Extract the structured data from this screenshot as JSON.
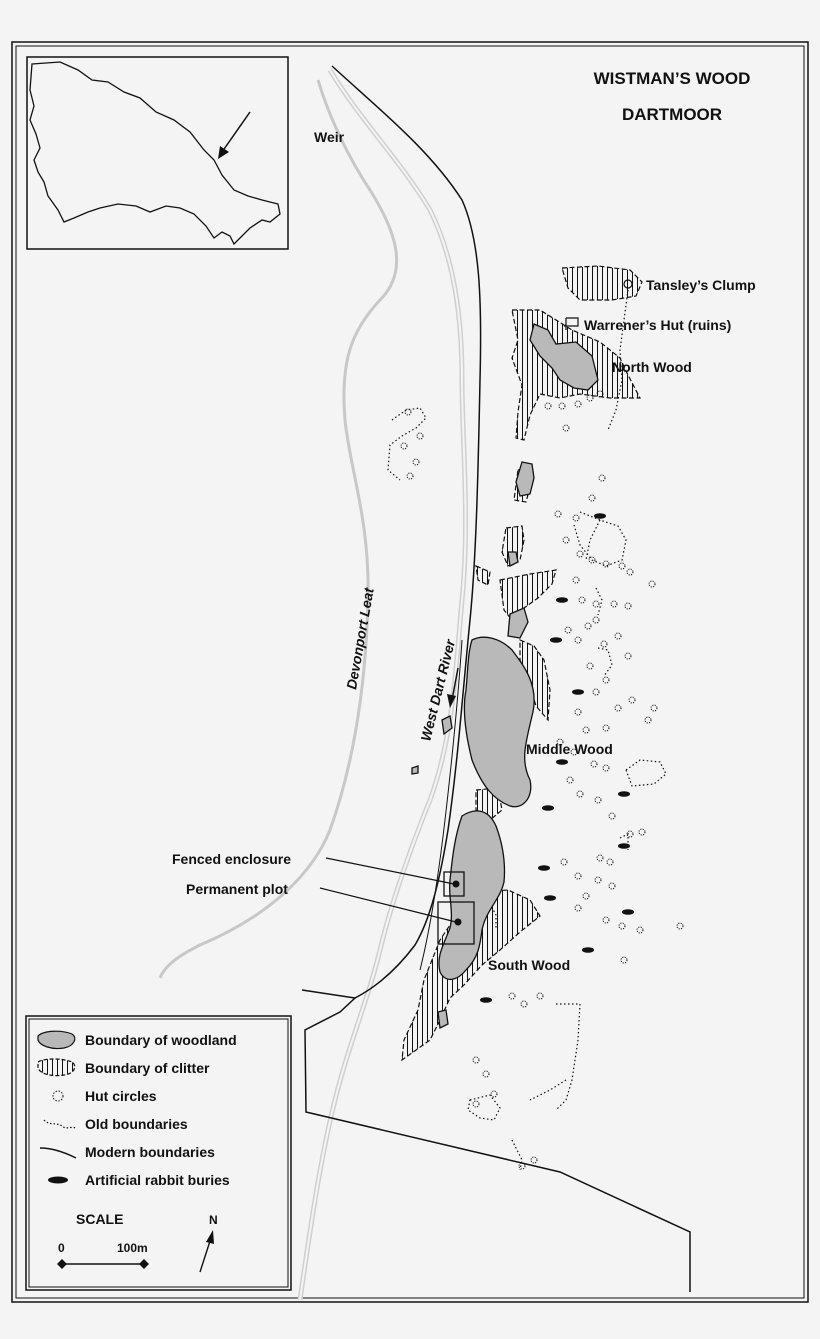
{
  "title": {
    "line1": "WISTMAN’S WOOD",
    "line2": "DARTMOOR"
  },
  "places": {
    "weir": "Weir",
    "tansleys_clump": "Tansley’s Clump",
    "warreners_hut": "Warrener’s Hut (ruins)",
    "north_wood": "North Wood",
    "middle_wood": "Middle Wood",
    "south_wood": "South Wood",
    "devonport_leat": "Devonport Leat",
    "west_dart_river": "West Dart River",
    "fenced_enclosure": "Fenced enclosure",
    "permanent_plot": "Permanent plot"
  },
  "legend": {
    "items": [
      {
        "symbol": "woodland",
        "label": "Boundary of woodland"
      },
      {
        "symbol": "clitter",
        "label": "Boundary of clitter"
      },
      {
        "symbol": "hut",
        "label": "Hut circles"
      },
      {
        "symbol": "old",
        "label": "Old boundaries"
      },
      {
        "symbol": "modern",
        "label": "Modern boundaries"
      },
      {
        "symbol": "rabbit",
        "label": "Artificial rabbit buries"
      }
    ],
    "scale_title": "SCALE",
    "scale_start": "0",
    "scale_end": "100m",
    "north": "N"
  },
  "colors": {
    "woodland_fill": "#b9b9b9",
    "leat_line": "#c8c8c8",
    "ink": "#111111",
    "paper": "#f4f4f4"
  }
}
